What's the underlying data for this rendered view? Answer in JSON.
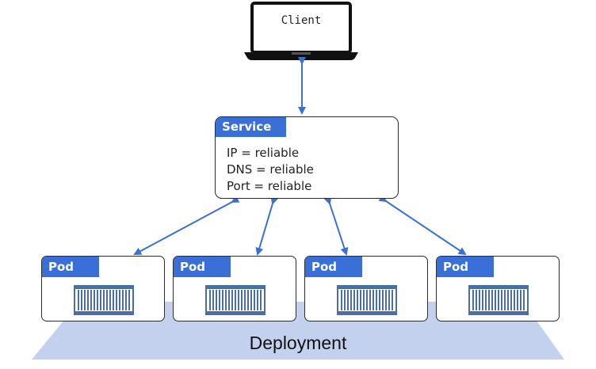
{
  "client": {
    "label": "Client"
  },
  "service": {
    "tag": "Service",
    "lines": [
      "IP = reliable",
      "DNS = reliable",
      "Port = reliable"
    ]
  },
  "pods": [
    {
      "tag": "Pod"
    },
    {
      "tag": "Pod"
    },
    {
      "tag": "Pod"
    },
    {
      "tag": "Pod"
    }
  ],
  "deployment": {
    "label": "Deployment"
  },
  "colors": {
    "accent": "#3a6fd8",
    "deployment_fill": "#b9c9ec",
    "arrow": "#3a6fd8",
    "container": "#4a6fa5"
  },
  "icons": [
    "laptop-icon",
    "container-icon"
  ]
}
